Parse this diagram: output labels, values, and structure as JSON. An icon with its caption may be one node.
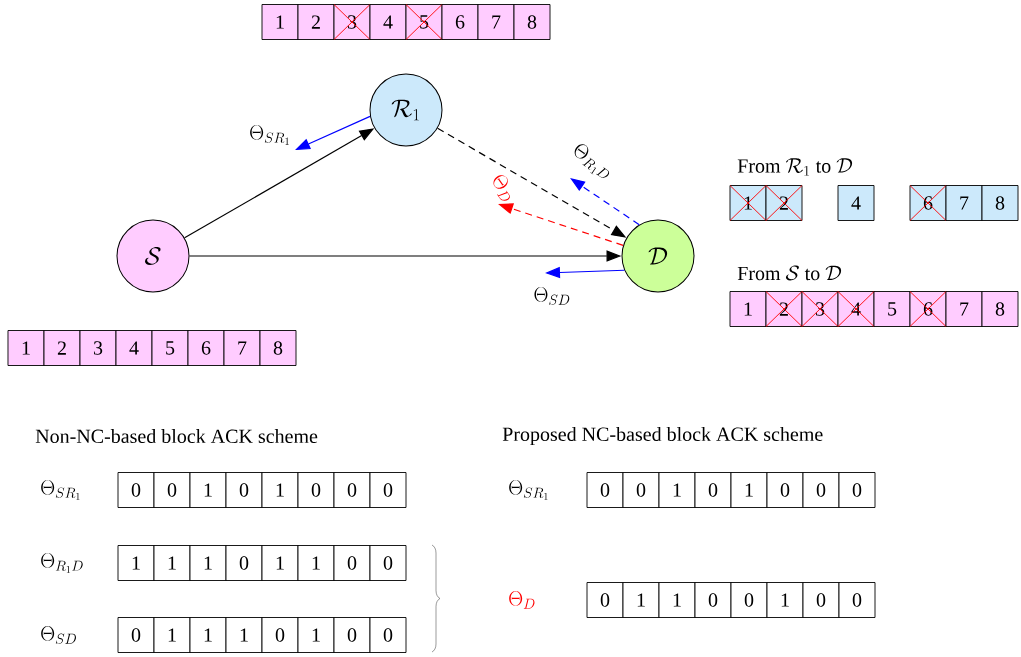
{
  "diagram": {
    "nodes": [
      {
        "text": [
          "\\mathcal{S}"
        ]
      },
      {
        "text": [
          "\\mathcal{R}_1"
        ]
      },
      {
        "text": [
          "\\mathcal{D}"
        ]
      }
    ],
    "edges": [
      {
        "from": 0,
        "to": 1,
        "arrow": "to"
      },
      {
        "from": 0,
        "to": 2,
        "arrow": "to"
      },
      {
        "from": 1,
        "to": 2,
        "arrow": "to",
        "style": "dashed"
      },
      {
        "from": 1,
        "to": null,
        "arrow": "to",
        "color": "#0000ff",
        "label": "\\Theta_{SR_1}"
      },
      {
        "from": 2,
        "to": null,
        "arrow": "to",
        "color": "#0000ff",
        "style": "dashed",
        "label": "\\Theta_{R_1D}"
      },
      {
        "from": 2,
        "to": null,
        "arrow": "to",
        "color": "#ff0000",
        "style": "dashed",
        "label": "\\Theta_{D}"
      },
      {
        "from": 2,
        "to": null,
        "arrow": "to",
        "color": "#0000ff",
        "label": "\\Theta_{SD}"
      }
    ],
    "labels": [
      "1",
      "2",
      "3",
      "4",
      "5",
      "6",
      "7",
      "8",
      "\\text{From }\\mathcal{R}_1\\text{ to }\\mathcal{D}",
      "1",
      "2",
      "4",
      "6",
      "7",
      "8",
      "\\text{From }\\mathcal{S}\\text{ to }\\mathcal{D}",
      "1",
      "2",
      "3",
      "4",
      "5",
      "6",
      "7",
      "8",
      "1",
      "2",
      "3",
      "4",
      "5",
      "6",
      "7",
      "8",
      "Non-NC-based block ACK  scheme",
      "Proposed NC-based block ACK scheme",
      "\\Theta_{SR_1}",
      "0",
      "0",
      "1",
      "0",
      "1",
      "0",
      "0",
      "0",
      "\\Theta_{SR_1}",
      "0",
      "0",
      "1",
      "0",
      "1",
      "0",
      "0",
      "0",
      "\\Theta_{R_1D}",
      "1",
      "1",
      "1",
      "0",
      "1",
      "1",
      "0",
      "0",
      "\\Theta_{D}",
      "0",
      "1",
      "1",
      "0",
      "0",
      "1",
      "0",
      "0",
      "\\Theta_{SD}",
      "0",
      "1",
      "1",
      "1",
      "0",
      "1",
      "0",
      "0"
    ]
  }
}
